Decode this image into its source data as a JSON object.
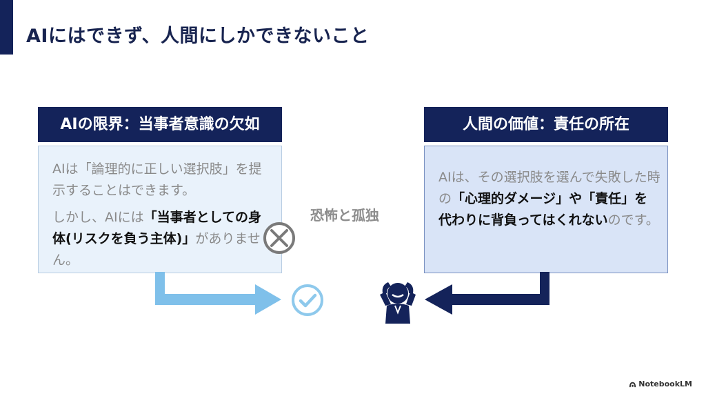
{
  "slide": {
    "title": "AIにはできず、人間にしかできないこと"
  },
  "left_panel": {
    "header": "AIの限界：当事者意識の欠如",
    "para1": "AIは「論理的に正しい選択肢」を提示することはできます。",
    "para2_prefix": "しかし、AIには",
    "para2_strong": "「当事者としての身体(リスクを負う主体)」",
    "para2_suffix": "がありません。"
  },
  "right_panel": {
    "header": "人間の価値：責任の所在",
    "text_prefix": "AIは、その選択肢を選んで失敗した時の",
    "text_strong": "「心理的ダメージ」や「責任」を代わりに背負ってはくれない",
    "text_suffix": "のです。"
  },
  "center": {
    "label": "恐怖と孤独"
  },
  "icons": {
    "prohibit": "prohibit-icon",
    "check": "check-circle-icon",
    "person": "distressed-person-icon",
    "notebook": "notebooklm-logo-icon"
  },
  "colors": {
    "navy": "#14235a",
    "left_box_bg": "#e9f2fb",
    "right_box_bg": "#d9e4f7",
    "light_arrow": "#7fc0ea",
    "dark_arrow": "#14235a",
    "gray_text": "#8a8a8a"
  },
  "branding": {
    "label": "NotebookLM"
  }
}
